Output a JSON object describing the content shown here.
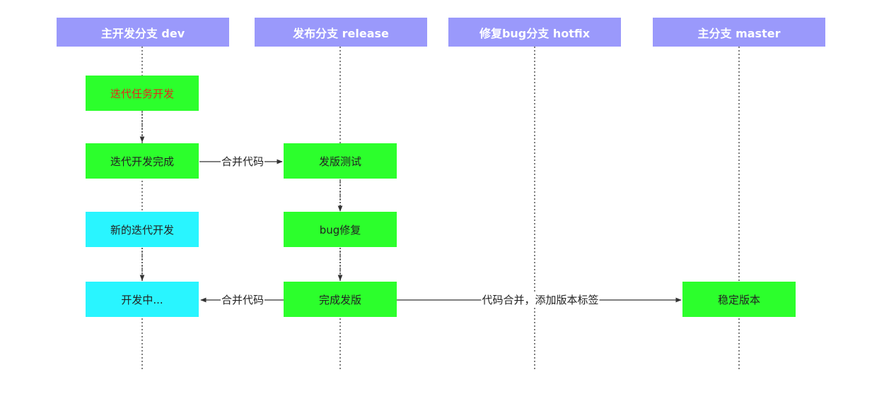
{
  "lanes": {
    "dev": "主开发分支 dev",
    "release": "发布分支 release",
    "hotfix": "修复bug分支 hotfix",
    "master": "主分支 master"
  },
  "nodes": {
    "iter_task": "迭代任务开发",
    "iter_done": "迭代开发完成",
    "new_iter": "新的迭代开发",
    "in_dev": "开发中...",
    "release_test": "发版测试",
    "bug_fix": "bug修复",
    "release_done": "完成发版",
    "stable": "稳定版本"
  },
  "edges": {
    "merge_to_release": "合并代码",
    "merge_back_dev": "合并代码",
    "merge_to_master": "代码合并，添加版本标签"
  },
  "colors": {
    "lane_header": "#9a99fb",
    "node_green": "#2cff2c",
    "node_cyan": "#29f5ff",
    "highlight_text": "#e02a1a"
  }
}
